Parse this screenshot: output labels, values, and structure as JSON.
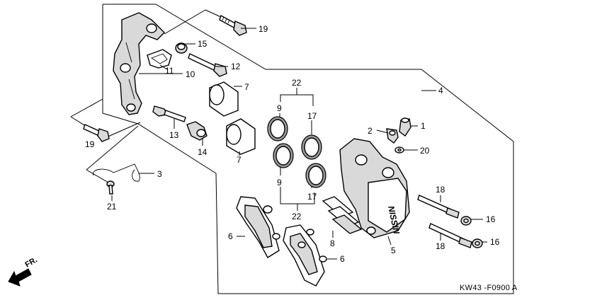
{
  "diagram": {
    "code": "KW43 -F0900 A",
    "direction_label": "FR.",
    "callouts": {
      "c1": "1",
      "c2": "2",
      "c3": "3",
      "c4": "4",
      "c5": "5",
      "c6a": "6",
      "c6b": "6",
      "c7a": "7",
      "c7b": "7",
      "c8": "8",
      "c9a": "9",
      "c9b": "9",
      "c10": "10",
      "c11": "11",
      "c12": "12",
      "c13": "13",
      "c14": "14",
      "c15": "15",
      "c16a": "16",
      "c16b": "16",
      "c17a": "17",
      "c17b": "17",
      "c18a": "18",
      "c18b": "18",
      "c19a": "19",
      "c19b": "19",
      "c20": "20",
      "c21": "21",
      "c22a": "22",
      "c22b": "22"
    },
    "caliper_logo_text": "NISSIN"
  }
}
